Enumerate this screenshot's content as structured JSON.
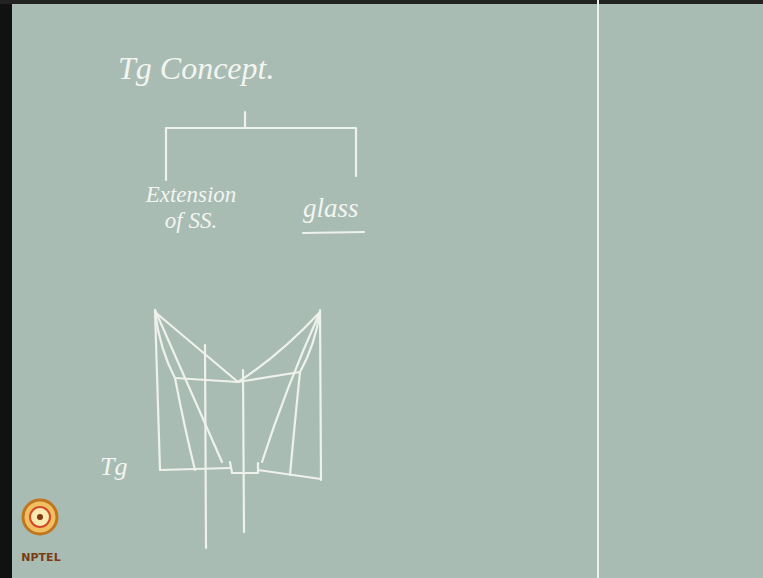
{
  "diagram": {
    "labels": [
      "Tg Concept.",
      "Extension of SS.",
      "glass",
      "Tg",
      "NPTEL"
    ]
  }
}
